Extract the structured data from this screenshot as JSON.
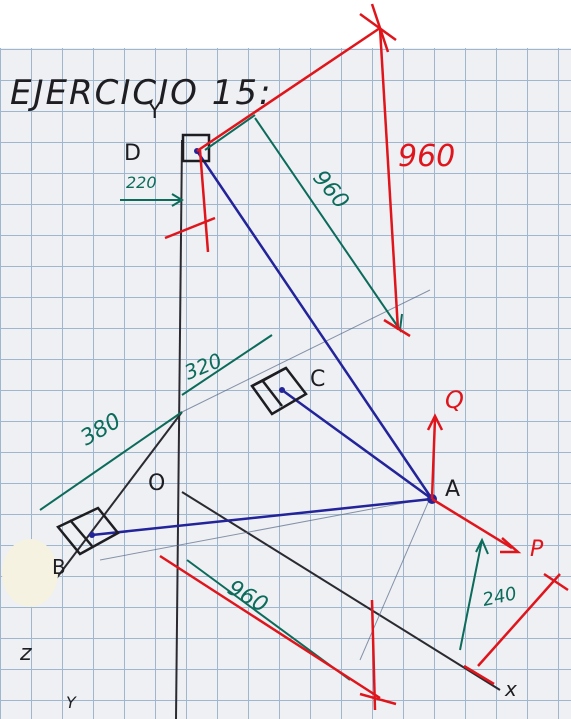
{
  "title": "EJERCICIO 15:",
  "points": {
    "D": "D",
    "C": "C",
    "A": "A",
    "B": "B",
    "O": "O"
  },
  "axes": {
    "y": "Y",
    "z": "z",
    "x": "x",
    "y_bottom": "Y"
  },
  "vectors": {
    "Q": "Q",
    "P": "P"
  },
  "dimensions": {
    "d220": "220",
    "d320": "320",
    "d380": "380",
    "d960_green": "960",
    "d960_red_top": "960",
    "d960_bottom": "960",
    "d240": "240"
  },
  "colors": {
    "black": "#1d1d22",
    "blue": "#23239a",
    "green": "#0c6b5a",
    "red": "#e0151b"
  }
}
